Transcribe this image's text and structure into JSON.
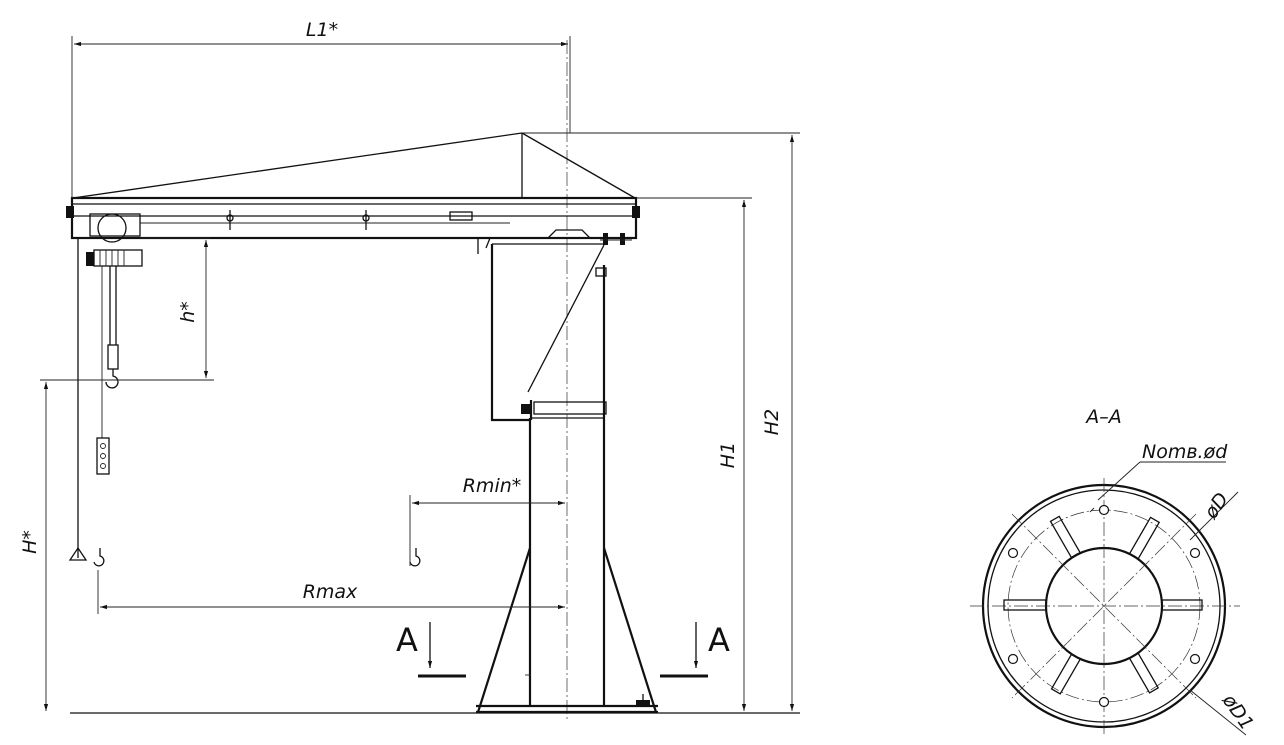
{
  "dimensions": {
    "L1": "L1*",
    "H": "H*",
    "h": "h*",
    "H1": "H1",
    "H2": "H2",
    "Rmin": "Rmin*",
    "Rmax": "Rmax"
  },
  "section": {
    "cut_label": "A",
    "title": "A–A",
    "holes": "Nomв.ød",
    "D": "øD",
    "D1": "øD1"
  }
}
